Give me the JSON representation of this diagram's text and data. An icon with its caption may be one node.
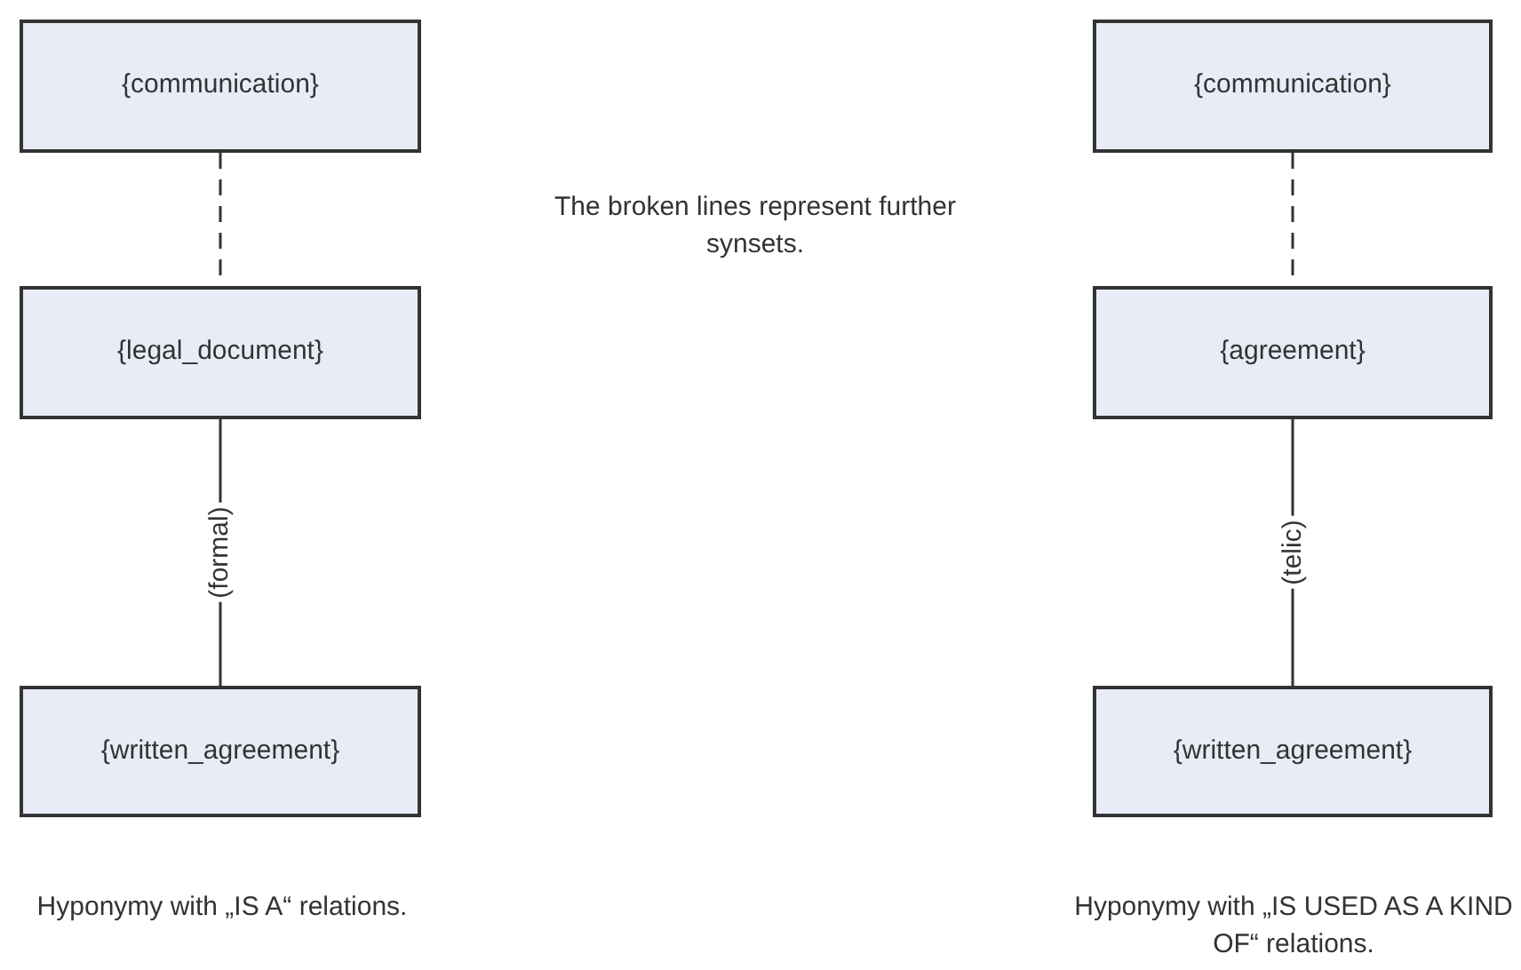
{
  "diagram": {
    "nodes": [
      {
        "text": [
          "{communication}"
        ]
      },
      {
        "text": [
          "{legal_document}"
        ]
      },
      {
        "text": [
          "{written_agreement}"
        ]
      },
      {
        "text": [
          "{communication}"
        ]
      },
      {
        "text": [
          "{agreement}"
        ]
      },
      {
        "text": [
          "{written_agreement}"
        ]
      }
    ],
    "edges": [
      {
        "from": 0,
        "to": 1,
        "arrow": "none",
        "style": "dashed"
      },
      {
        "from": 1,
        "to": 2,
        "arrow": "none",
        "label": "(formal)"
      },
      {
        "from": 3,
        "to": 4,
        "arrow": "none",
        "style": "dashed"
      },
      {
        "from": 4,
        "to": 5,
        "arrow": "none",
        "label": "(telic)"
      }
    ],
    "labels": [
      "The broken lines represent further synsets.",
      "Hyponymy with „IS A“ relations.",
      "Hyponymy with „IS USED AS A KIND OF“ relations."
    ]
  }
}
